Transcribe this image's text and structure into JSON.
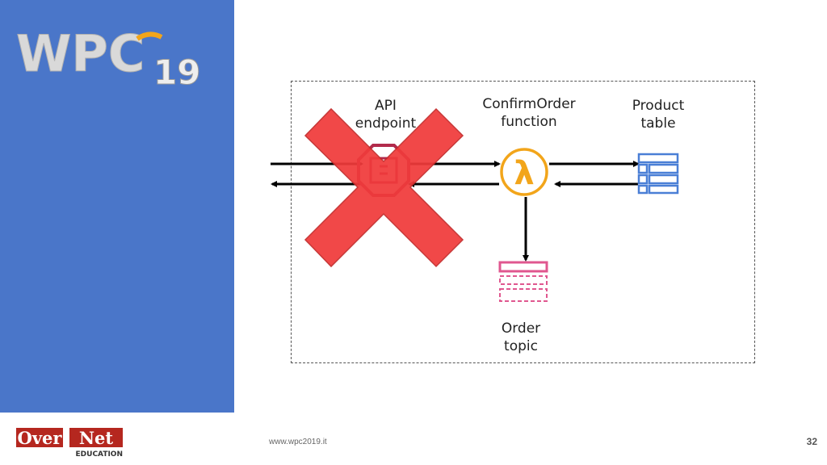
{
  "branding": {
    "event_logo_text": "WPC",
    "event_logo_year": "19",
    "sponsor_logo_text_1": "Over",
    "sponsor_logo_text_2": "Net",
    "sponsor_logo_subtitle": "EDUCATION"
  },
  "diagram": {
    "api_label": "API\nendpoint",
    "function_label": "ConfirmOrder\nfunction",
    "table_label": "Product\ntable",
    "topic_label": "Order\ntopic",
    "lambda_symbol": "λ",
    "status": "api-endpoint-removed",
    "colors": {
      "lambda": "#f2a51a",
      "table": "#4a7fd6",
      "topic": "#e0578f",
      "cross": "#f03b3b",
      "gateway": "#b22b4c"
    }
  },
  "footer": {
    "url": "www.wpc2019.it",
    "page": "32"
  }
}
